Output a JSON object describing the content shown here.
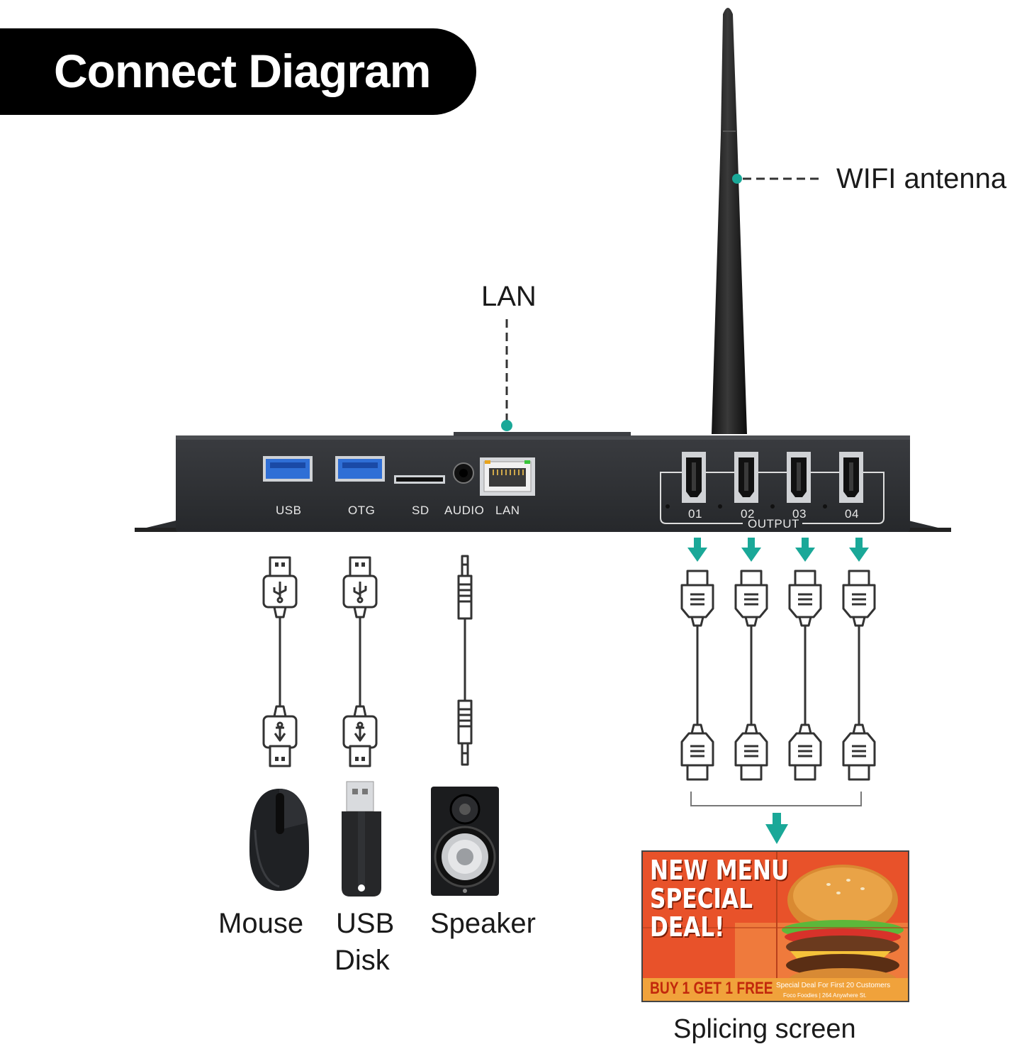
{
  "header": {
    "title": "Connect Diagram"
  },
  "callouts": {
    "wifi": "WIFI antenna",
    "lan": "LAN"
  },
  "ports": {
    "usb": "USB",
    "otg": "OTG",
    "sd": "SD",
    "audio": "AUDIO",
    "lan": "LAN",
    "hdmi": [
      "01",
      "02",
      "03",
      "04"
    ],
    "output": "OUTPUT"
  },
  "devices": {
    "mouse": "Mouse",
    "usb_disk_line1": "USB",
    "usb_disk_line2": "Disk",
    "speaker": "Speaker",
    "splicing": "Splicing screen"
  },
  "poster": {
    "headline": "NEW MENU\nSPECIAL\nDEAL!",
    "offer": "BUY 1 GET 1 FREE",
    "subtext": "Special Deal For First 20 Customers",
    "address": "Foco Foodies | 264 Anywhere St."
  },
  "colors": {
    "accent": "#1aa898",
    "device": "#2b2d30",
    "usb_blue": "#2f6fd6",
    "poster_red": "#e8522a",
    "poster_yellow": "#f0a23b"
  }
}
